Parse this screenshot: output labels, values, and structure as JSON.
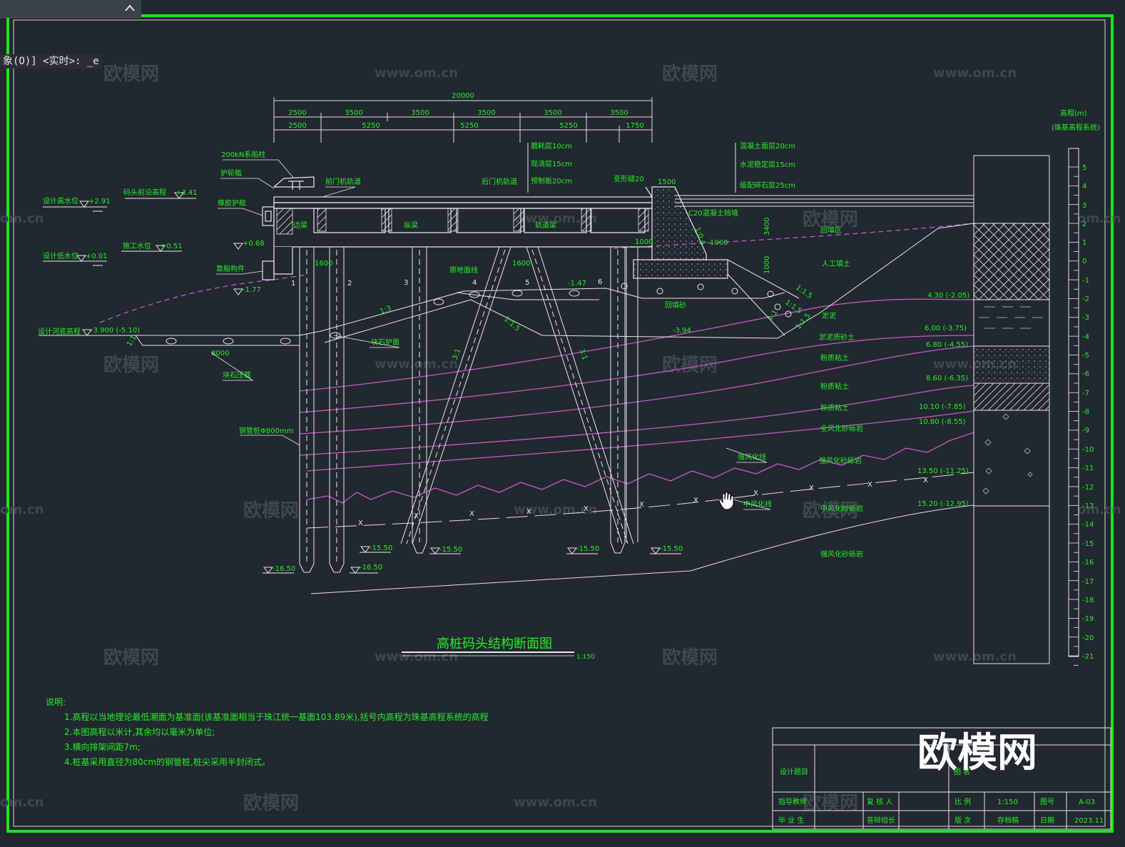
{
  "command_line": "象(O)] <实时>: _e",
  "watermarks": {
    "brand": "欧模网",
    "site": "www.om.cn",
    "site_partial": "om.cn"
  },
  "dimensions": {
    "total": "20000",
    "upper": [
      "2500",
      "3500",
      "3500",
      "3500",
      "3500",
      "3500"
    ],
    "lower": [
      "2500",
      "5250",
      "5250",
      "5250",
      "1750"
    ],
    "d1500": "1500",
    "d1600a": "1600",
    "d1600b": "1600",
    "d1000a": "1000",
    "d1000b": "1000",
    "d3400": "3400",
    "d1000v": "1000",
    "d8000": "8000"
  },
  "water_levels": {
    "design_high": "设计高水位",
    "design_high_val": "+2.91",
    "front_edge": "码头前沿高程",
    "front_edge_val": "+3.41",
    "construction": "施工水位",
    "construction_val": "+0.51",
    "design_low": "设计低水位",
    "design_low_val": "+0.01",
    "front_bottom": "设计河底高程",
    "front_bottom_val": "-3.900 (-5.10)",
    "e068": "+0.68",
    "e177": "-1.77",
    "e147": "-1.47",
    "e394": "-3.94"
  },
  "structure_labels": {
    "bollard": "200kN系船柱",
    "wheel_guard": "护轮槛",
    "fender": "橡胶护舷",
    "mooring": "靠船构件",
    "front_rail": "前门机轨道",
    "rear_rail": "后门机轨道",
    "edge_beam": "边梁",
    "long_beam": "纵梁",
    "rail_beam": "轨道梁",
    "wear_layer": "磨耗层10cm",
    "cast_layer": "现浇层15cm",
    "precast_slab": "预制板20cm",
    "joint": "变形缝20",
    "pavement1": "混凝土面层20cm",
    "pavement2": "水泥稳定层15cm",
    "pavement3": "级配碎石层25cm",
    "retaining": "C20混凝土挡墙",
    "orig_ground": "原地面线",
    "rock_protect": "块石护面",
    "rock_press": "块石压载",
    "steel_pile": "钢管桩Φ800mm",
    "backfill_sand": "回填砂",
    "backfill_zone": "回填区"
  },
  "slopes": {
    "s13": "1:3",
    "s115a": "1:1.5",
    "s31a": "3:1",
    "s31b": "3:1",
    "s11": "1:1",
    "s115b": "1:1.5",
    "s115c": "1:1.5",
    "s115d": "1:1.5",
    "s104": "1:0.4",
    "s11b": "1:1"
  },
  "pile_numbers": [
    "1",
    "2",
    "3",
    "4",
    "5",
    "6"
  ],
  "pile_tips": [
    "-16.50",
    "-16.50",
    "-15.50",
    "-15.50",
    "-15.50",
    "-15.50"
  ],
  "soil_layers": [
    {
      "name": "人工填土",
      "elev": "4.30 (-2.05)"
    },
    {
      "name": "淤泥",
      "elev": "6.00 (-3.75)"
    },
    {
      "name": "淤泥质砂土",
      "elev": "6.80 (-4.55)"
    },
    {
      "name": "粉质粘土",
      "elev": "8.60 (-6.35)"
    },
    {
      "name": "粉质粘土",
      "elev": "10.10 (-7.85)"
    },
    {
      "name": "粉质粘土",
      "elev": "10.80 (-8.55)"
    },
    {
      "name": "全风化砂砾岩",
      "elev": "13.50 (-11.25)"
    },
    {
      "name": "强风化砂砾岩",
      "elev": "15.20 (-12.95)"
    },
    {
      "name": "中风化砂砾岩",
      "elev": ""
    },
    {
      "name": "强风化砂砾岩",
      "elev": ""
    }
  ],
  "line_labels": {
    "strong_weather": "强风化线",
    "mid_weather": "中风化线"
  },
  "elevation_scale": {
    "title": "高程(m)",
    "subtitle": "(珠基高程系统)",
    "ticks": [
      "5",
      "4",
      "3",
      "2",
      "1",
      "0",
      "-1",
      "-2",
      "-3",
      "-4",
      "-5",
      "-6",
      "-7",
      "-8",
      "-9",
      "-10",
      "-11",
      "-12",
      "-13",
      "-14",
      "-15",
      "-16",
      "-17",
      "-18",
      "-19",
      "-20",
      "-21"
    ]
  },
  "drawing_title": {
    "title": "高桩码头结构断面图",
    "scale": "1:150"
  },
  "notes": {
    "heading": "说明:",
    "items": [
      "1.高程以当地理论最低潮面为基准面(该基准面相当于珠江统一基面103.89米),括号内高程为珠基高程系统的高程",
      "2.本图高程以米计,其余均以毫米为单位;",
      "3.横向排架间距7m;",
      "4.桩基采用直径为80cm的钢管桩,桩尖采用半封闭式。"
    ]
  },
  "title_block": {
    "topic": "设计题目",
    "drawing_name": "图  名",
    "advisor": "指导教师",
    "reviewer": "复 核 人",
    "scale_lbl": "比  例",
    "scale_val": "1:150",
    "drawing_no_lbl": "图号",
    "drawing_no": "A-03",
    "student": "毕 业 生",
    "defense": "答辩组长",
    "version_lbl": "版  次",
    "version_val": "存档稿",
    "date_lbl": "日期",
    "date_val": "2023.11"
  },
  "colors": {
    "background": "#212830",
    "frame": "#19e619",
    "line": "#e8e8e8",
    "text": "#25ee25",
    "soil": "#c25ac2"
  }
}
